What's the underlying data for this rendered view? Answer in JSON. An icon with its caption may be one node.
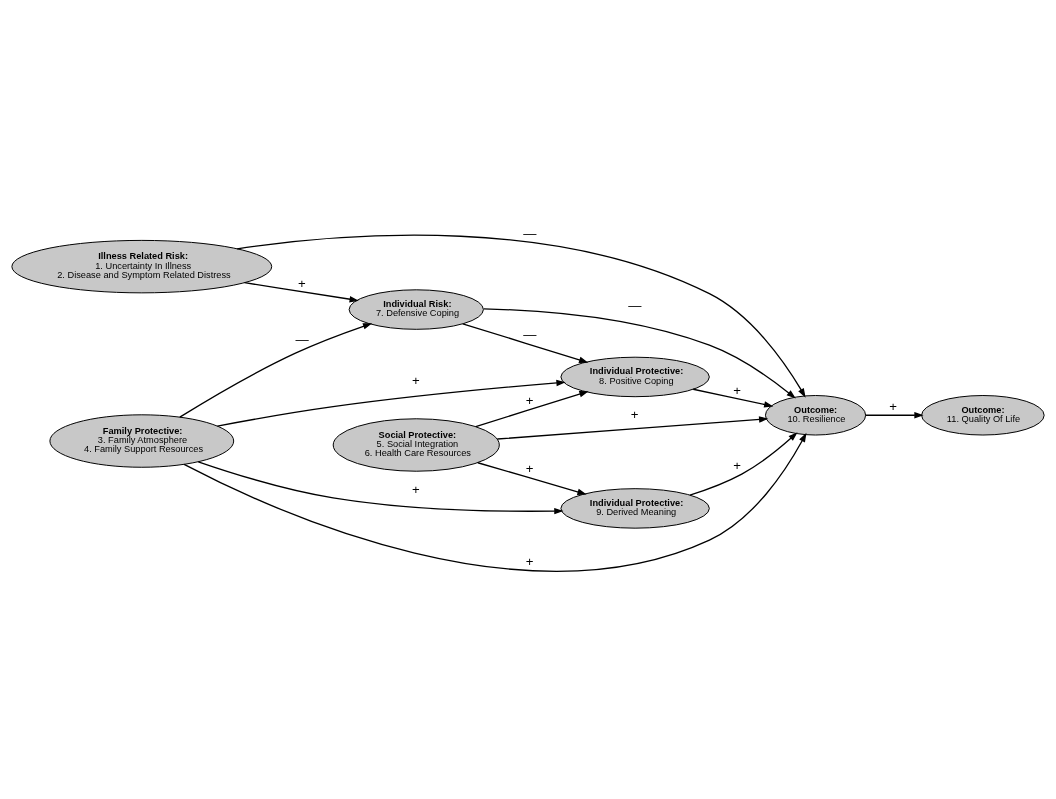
{
  "diagram": {
    "nodes": [
      {
        "text": [
          "Illness Related Risk:",
          "1. Uncertainty In Illness",
          "2. Disease and Symptom Related Distress"
        ]
      },
      {
        "text": [
          "Outcome:",
          "11. Quality Of Life"
        ]
      },
      {
        "text": [
          "Individual Risk:",
          "7. Defensive Coping"
        ]
      },
      {
        "text": [
          "Outcome:",
          "10. Resilience"
        ]
      },
      {
        "text": [
          "Family Protective:",
          "3. Family Atmosphere",
          "4. Family Support Resources"
        ]
      },
      {
        "text": [
          "Individual Protective:",
          "8. Positive Coping"
        ]
      },
      {
        "text": [
          "Social Protective:",
          "5. Social Integration",
          "6. Health Care Resources"
        ]
      },
      {
        "text": [
          "Individual Protective:",
          "9. Derived Meaning"
        ]
      }
    ],
    "edges": [
      {
        "from": 0,
        "to": 3,
        "arrow": "to",
        "label": "—"
      },
      {
        "from": 0,
        "to": 2,
        "arrow": "to",
        "label": "+"
      },
      {
        "from": 2,
        "to": 3,
        "arrow": "to",
        "label": "—"
      },
      {
        "from": 3,
        "to": 1,
        "arrow": "to",
        "label": "+"
      },
      {
        "from": 4,
        "to": 2,
        "arrow": "to",
        "label": "—"
      },
      {
        "from": 4,
        "to": 3,
        "arrow": "to",
        "label": "+"
      },
      {
        "from": 2,
        "to": 5,
        "arrow": "to",
        "label": "—"
      },
      {
        "from": 6,
        "to": 3,
        "arrow": "to",
        "label": "+"
      },
      {
        "from": 5,
        "to": 3,
        "arrow": "to",
        "label": "+"
      },
      {
        "from": 7,
        "to": 3,
        "arrow": "to",
        "label": "+"
      },
      {
        "from": 4,
        "to": 5,
        "arrow": "to",
        "label": "+"
      },
      {
        "from": 4,
        "to": 7,
        "arrow": "to",
        "label": "+"
      },
      {
        "from": 6,
        "to": 5,
        "arrow": "to",
        "label": "+"
      },
      {
        "from": 6,
        "to": 7,
        "arrow": "to",
        "label": "+"
      }
    ]
  }
}
